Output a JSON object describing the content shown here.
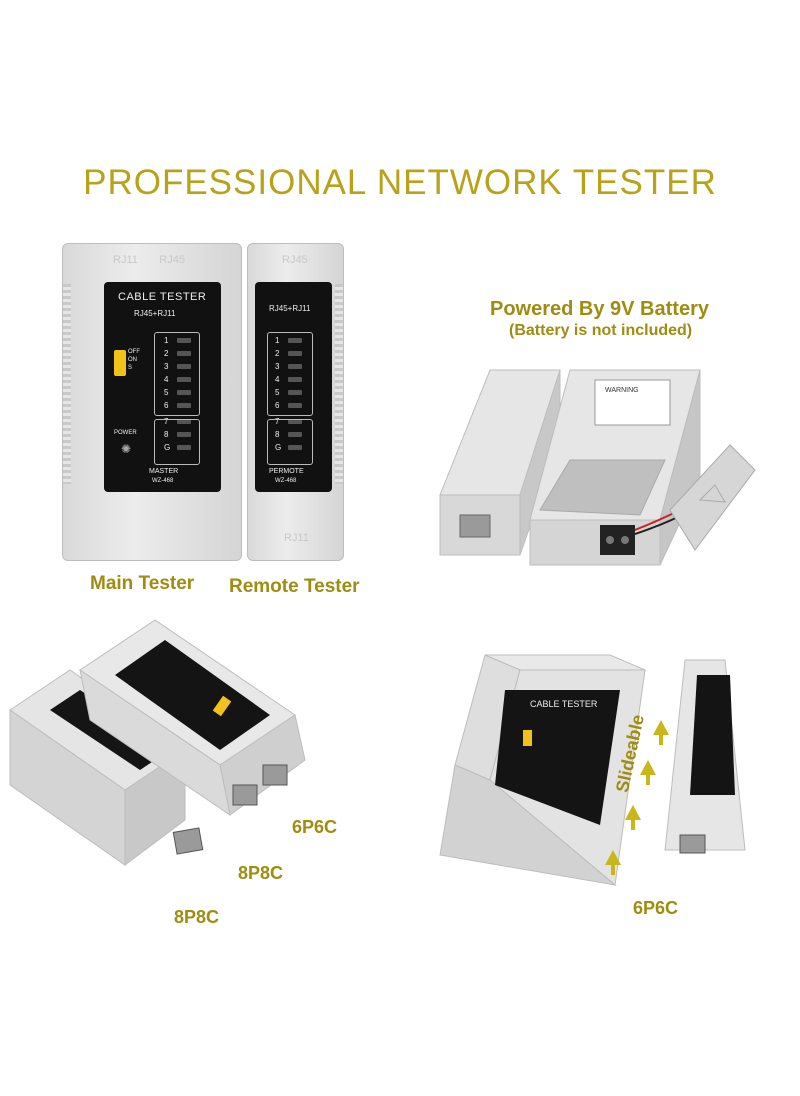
{
  "headline": "PROFESSIONAL NETWORK TESTER",
  "battery": {
    "title": "Powered By 9V Battery",
    "note": "(Battery is not included)",
    "warning": "WARNING"
  },
  "captions": {
    "main": "Main Tester",
    "remote": "Remote Tester"
  },
  "main_device": {
    "top_labels": [
      "RJ11",
      "RJ45"
    ],
    "title": "CABLE TESTER",
    "subtitle": "RJ45+RJ11",
    "switch_labels": [
      "OFF",
      "ON",
      "S"
    ],
    "leds": [
      "1",
      "2",
      "3",
      "4",
      "5",
      "6",
      "7",
      "8",
      "G"
    ],
    "power": "POWER",
    "footer": "MASTER",
    "model": "WZ-468"
  },
  "remote_device": {
    "top_label": "RJ45",
    "subtitle": "RJ45+RJ11",
    "leds": [
      "1",
      "2",
      "3",
      "4",
      "5",
      "6",
      "7",
      "8",
      "G"
    ],
    "footer": "PERMOTE",
    "model": "WZ-468",
    "bottom_label": "RJ11"
  },
  "port_labels": {
    "a": "6P6C",
    "b": "8P8C",
    "c": "8P8C",
    "d": "6P6C"
  },
  "slide_label": "Slideable",
  "colors": {
    "accent": "#a08c10",
    "headline": "#b8a21a",
    "case": "#e3e3e3",
    "panel": "#111111",
    "switch": "#f2c21a"
  }
}
